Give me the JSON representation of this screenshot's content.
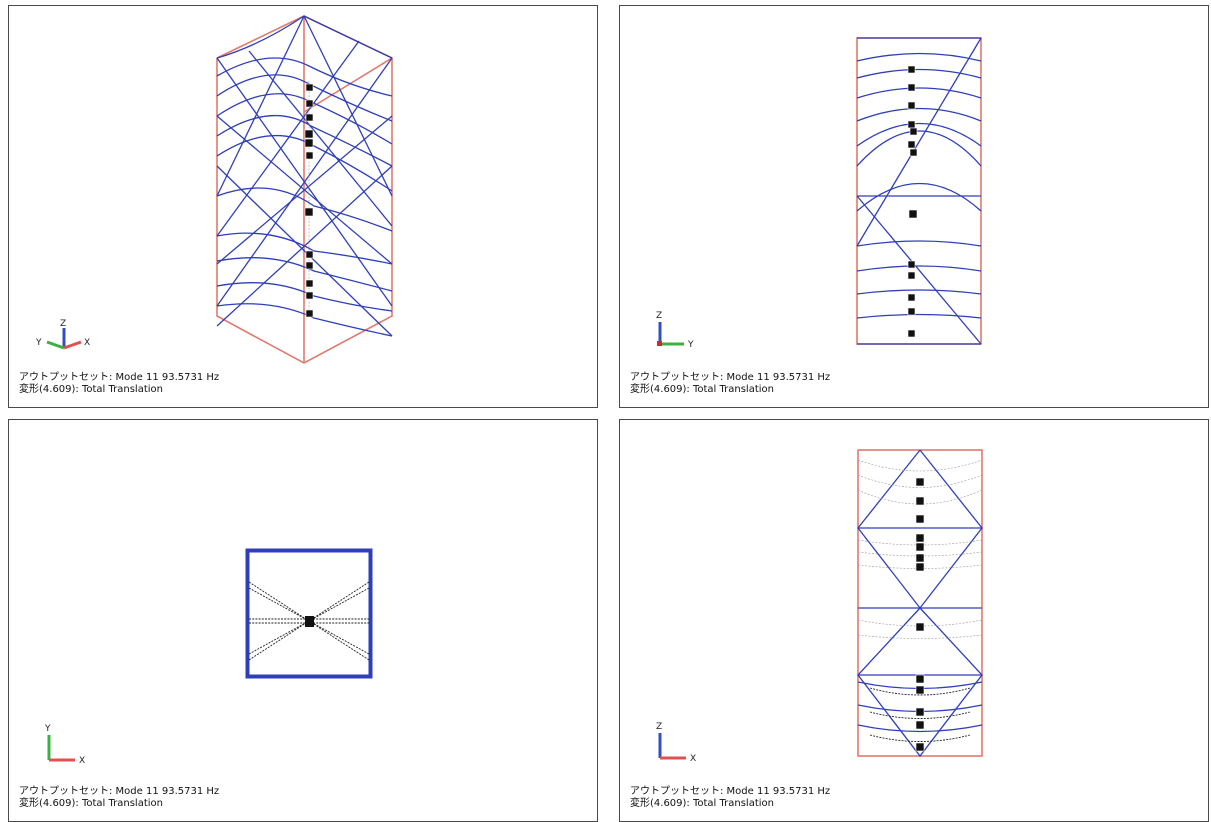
{
  "caption": {
    "output_set": "アウトプットセット: Mode 11 93.5731 Hz",
    "deformation": "変形(4.609): Total Translation"
  },
  "views": [
    {
      "id": "iso",
      "axes": [
        "Y",
        "Z",
        "X"
      ]
    },
    {
      "id": "side",
      "axes": [
        "Z",
        "Y"
      ]
    },
    {
      "id": "top",
      "axes": [
        "Y",
        "X"
      ]
    },
    {
      "id": "front",
      "axes": [
        "Z",
        "X"
      ]
    }
  ],
  "colors": {
    "deformed_mesh": "#2f3fb8",
    "undeformed_outline": "#e07a70",
    "axis_x": "#e05050",
    "axis_y": "#3cb043",
    "axis_z": "#3050c0"
  }
}
